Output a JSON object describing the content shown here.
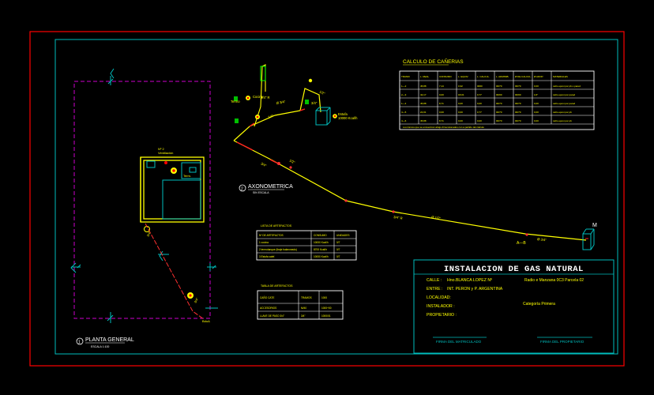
{
  "title_block": {
    "title": "INSTALACION DE GAS NATURAL",
    "rows": [
      {
        "label": "CALLE :",
        "value": "Hno.BLANCA LOPEZ  Nº"
      },
      {
        "label": "ENTRE :",
        "value": "INT. PERON y P. ARGENTINA"
      },
      {
        "label": "LOCALIDAD:",
        "value": ""
      },
      {
        "label": "INSTALADOR :",
        "value": ""
      },
      {
        "label": "PROPIETARIO :",
        "value": ""
      }
    ],
    "parcel": "Radio e  Manzana  0C3  Parcela  02",
    "category": "Categoría  Primera",
    "signature_left": "FIRMA  DEL  MATRICULADO",
    "signature_right": "FIRMA  DEL  PROPIETARIO"
  },
  "views": {
    "plan_label": "PLANTA GENERAL",
    "plan_number": "1",
    "plan_scale": "ESCALA 1:100",
    "axo_label": "AXONOMETRICA",
    "axo_number": "2",
    "axo_scale": "SIN ESCALA",
    "meter_label": "M",
    "section_mark": "A—B"
  },
  "pipe_calc": {
    "title": "CALCULO DE CAÑERIAS",
    "headers": [
      "TRAMO",
      "L. REAL",
      "CONSUMO",
      "L. EQUIV.",
      "L. CALCUL.",
      "L. ADMISIB.",
      "Ø DE CALCUL.",
      "Ø ADOP.",
      "MATERIALES"
    ],
    "rows": [
      [
        "1—2",
        "45,88",
        "7,14",
        "0,32",
        "0000",
        "00/70",
        "00/70",
        "0,00",
        "caño epoxi por pb o pared"
      ],
      [
        "2—3",
        "42,17",
        "0,00",
        "18,01",
        "0,77",
        "00/00",
        "00/00",
        "1/2\"",
        "caño epoxi por pared"
      ],
      [
        "1—4",
        "45,88",
        "8,71",
        "0,00",
        "0,00",
        "00/70",
        "00/70",
        "0,00",
        "caño epoxi por pared"
      ],
      [
        "4—5",
        "22,01",
        "0,00",
        "0,00",
        "0,77",
        "00/70",
        "00/70",
        "0,00",
        "caño epoxi por pb"
      ],
      [
        "4—6",
        "45,88",
        "8,71",
        "0,00",
        "0,00",
        "00/70",
        "00/70",
        "0,00",
        "caño epoxi por pb"
      ]
    ],
    "footnote": "Los tramos que se encuentran abajo dimensionados con  a partido del cálculo"
  },
  "appliances": {
    "title": "LISTA DE ARTEFACTOS",
    "headers": [
      "Nº  DE  ARTEFACTOS",
      "CONSUMO",
      "UNIDADES"
    ],
    "rows": [
      [
        "1  cocina",
        "10000  Kcal/h",
        "0/7"
      ],
      [
        "2  termotanque  (tiraje  balanceado)",
        "8700  Kcal/h",
        "0/7"
      ],
      [
        "3  Estufa  calef.",
        "10000  Kcal/h",
        "0/7"
      ]
    ]
  },
  "materials": {
    "title": "TABLA DE ARTEFACTOS",
    "headers": [
      "CAÑO  CATE",
      "TRAMOS",
      "1000"
    ],
    "rows": [
      [
        "ACCESORIOS",
        "M/40",
        "1000+00"
      ],
      [
        "LLAVE DE PASO  3/4\"",
        "3/4\"",
        "1000/01"
      ]
    ]
  },
  "tags": {
    "axo_a": "3/4\"",
    "axo_b": "1/2\"",
    "axo_c": "3/4\" R",
    "axo_d": "Ø 1/2\"",
    "axo_e": "Ø 3/4\"",
    "axo_f": "1/2\"",
    "axo_g": "3/4\"",
    "axo_h": "Ø 3/4\"",
    "axo_i": "3/4\"",
    "axo_j": "3/4\" R",
    "heater_note": "Estufa\n10000 Kcal/h",
    "stove_note": "Cocina",
    "heater_b": "Termo",
    "plan_room": "Nº 2",
    "plan_a": "3/4\"",
    "plan_b": "3/4\"",
    "plan_dim": "BdoA"
  },
  "colors": {
    "frame": "#ff0000",
    "border": "#00cccc",
    "pipe": "#ffff00",
    "plan_wall": "#ffff00",
    "plan_fixture": "#00cccc",
    "dash": "#cc00cc",
    "text": "#ffff00"
  }
}
